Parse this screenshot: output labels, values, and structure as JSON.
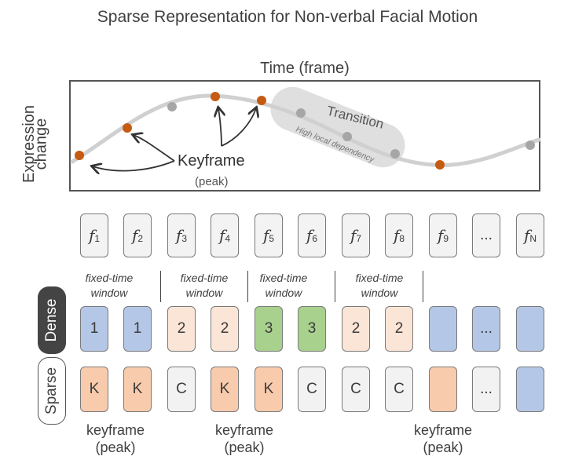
{
  "title": "Sparse Representation for Non-verbal Facial Motion",
  "plot": {
    "x_label": "Time (frame)",
    "y_label_line1": "Expression",
    "y_label_line2": "change",
    "keyframe_label": "Keyframe",
    "keyframe_sub": "(peak)",
    "transition_label": "Transition",
    "transition_sub": "High local dependency"
  },
  "frames": [
    {
      "sym": "f",
      "sub": "1"
    },
    {
      "sym": "f",
      "sub": "2"
    },
    {
      "sym": "f",
      "sub": "3"
    },
    {
      "sym": "f",
      "sub": "4"
    },
    {
      "sym": "f",
      "sub": "5"
    },
    {
      "sym": "f",
      "sub": "6"
    },
    {
      "sym": "f",
      "sub": "7"
    },
    {
      "sym": "f",
      "sub": "8"
    },
    {
      "sym": "f",
      "sub": "9"
    },
    {
      "sym": "...",
      "sub": ""
    },
    {
      "sym": "f",
      "sub": "N"
    }
  ],
  "window_label_line1": "fixed-time",
  "window_label_line2": "window",
  "rows": {
    "dense_label": "Dense",
    "sparse_label": "Sparse",
    "dense": [
      "1",
      "1",
      "2",
      "2",
      "3",
      "3",
      "2",
      "2",
      "",
      "...",
      ""
    ],
    "sparse": [
      "K",
      "K",
      "C",
      "K",
      "K",
      "C",
      "C",
      "C",
      "",
      "...",
      ""
    ]
  },
  "colors": {
    "blue": "#b4c7e7",
    "peach": "#fbe5d6",
    "green": "#a9d18e",
    "orange": "#f8cbad",
    "gray": "#f2f2f2",
    "keyframe_dot": "#c55a11",
    "transition_dot": "#a6a6a6"
  },
  "dense_colors": [
    "blue",
    "blue",
    "peach",
    "peach",
    "green",
    "green",
    "peach",
    "peach",
    "blue",
    "blue",
    "blue"
  ],
  "sparse_colors": [
    "orange",
    "orange",
    "gray",
    "orange",
    "orange",
    "gray",
    "gray",
    "gray",
    "orange",
    "gray",
    "blue"
  ],
  "bottom_labels": [
    {
      "line1": "keyframe",
      "line2": "(peak)"
    },
    {
      "line1": "keyframe",
      "line2": "(peak)"
    },
    {
      "line1": "keyframe",
      "line2": "(peak)"
    }
  ]
}
